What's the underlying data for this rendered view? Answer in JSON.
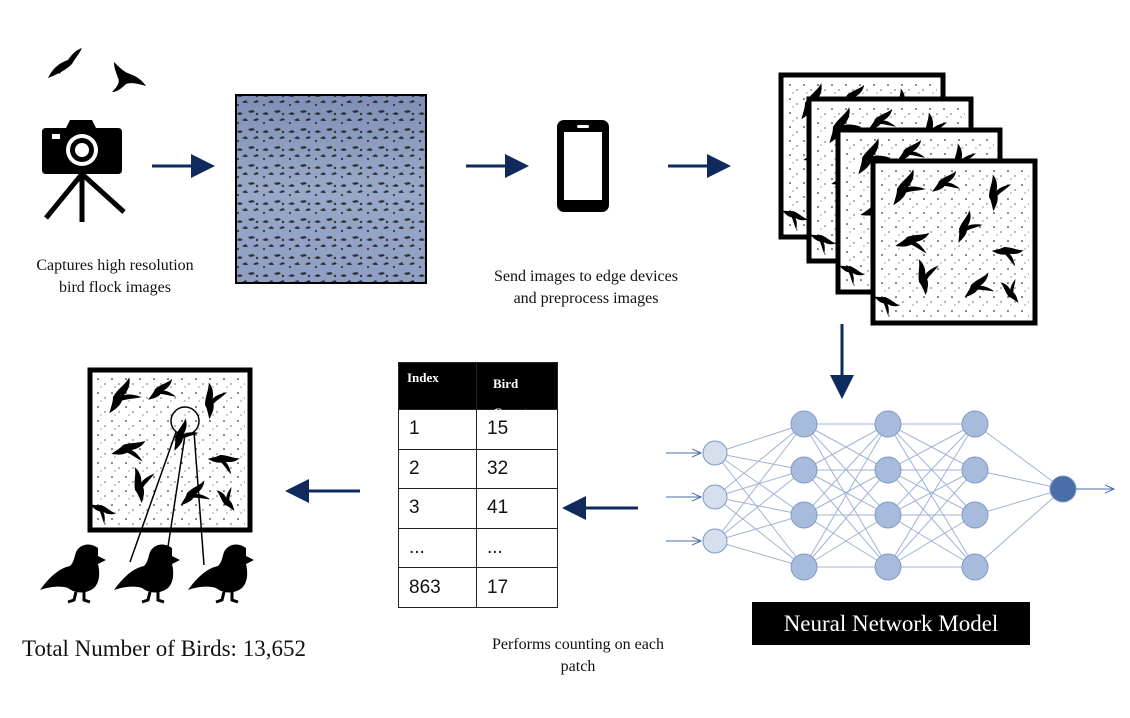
{
  "captions": {
    "capture": "Captures high resolution bird flock images",
    "capture_line1": "Captures high resolution",
    "capture_line2": "bird flock images",
    "send_line1": "Send images to edge devices",
    "send_line2": "and preprocess images",
    "count_line1": "Performs counting on each",
    "count_line2": "patch"
  },
  "model": {
    "label": "Neural Network Model"
  },
  "total": {
    "text": "Total Number of Birds: 13,652"
  },
  "table": {
    "headers": [
      "Index",
      "Bird Counts"
    ],
    "header_count_line1": "Bird",
    "header_count_line2": "Counts",
    "rows": [
      {
        "index": "1",
        "count": "15"
      },
      {
        "index": "2",
        "count": "32"
      },
      {
        "index": "3",
        "count": "41"
      },
      {
        "index": "...",
        "count": "..."
      },
      {
        "index": "863",
        "count": "17"
      }
    ]
  },
  "colors": {
    "arrow": "#0f2a5c",
    "node_input": "#d5dfee",
    "node_hidden": "#a7bcdc",
    "node_output": "#4a6ea8",
    "edge": "#9fb3d6",
    "sky": "#8f9fc0"
  },
  "icons": [
    "camera-icon",
    "bird-icon",
    "phone-icon",
    "bird-silhouette-icon"
  ]
}
